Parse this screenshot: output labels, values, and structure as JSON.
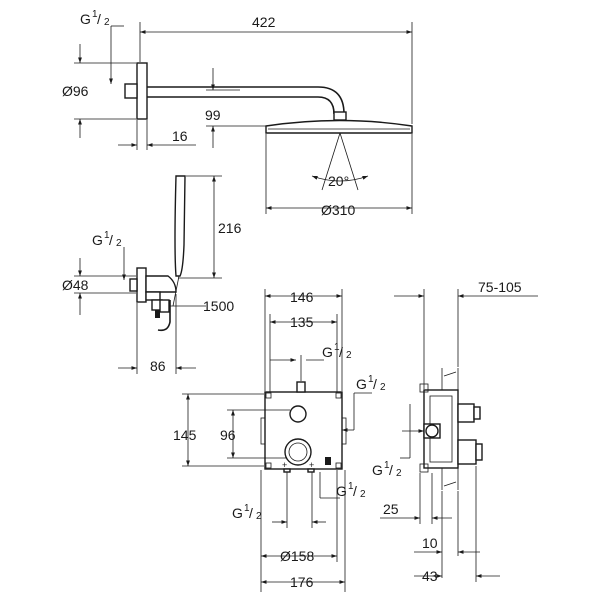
{
  "dims": {
    "d422": "422",
    "d99": "99",
    "d16": "16",
    "d96_top": "Ø96",
    "d20deg": "20°",
    "d310": "Ø310",
    "d216": "216",
    "d48": "Ø48",
    "d1500": "1500",
    "d86": "86",
    "d146": "146",
    "d135": "135",
    "d145": "145",
    "d96_mid": "96",
    "d158": "Ø158",
    "d176": "176",
    "d75_105": "75-105",
    "d25": "25",
    "d10": "10",
    "d43": "43"
  },
  "threads": {
    "g": "G",
    "num": "1",
    "den": "2"
  }
}
